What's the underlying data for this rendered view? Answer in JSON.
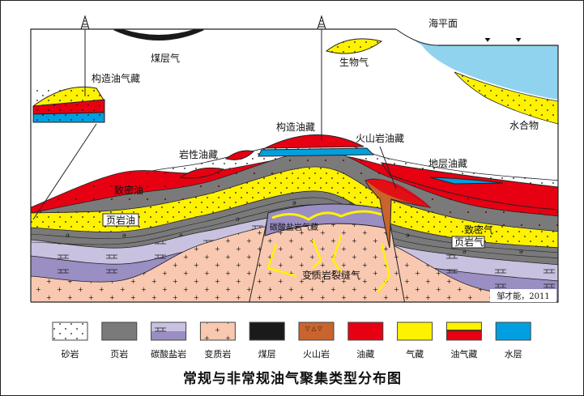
{
  "title": "常规与非常规油气聚集类型分布图",
  "credit": "邹才能，2011",
  "labels": {
    "sea_level": "海平面",
    "coalbed_gas": "煤层气",
    "biogenic_gas": "生物气",
    "structural_oil_left": "构造油气藏",
    "structural_oil": "构造油藏",
    "volcanic_oil": "火山岩油藏",
    "lithologic_oil": "岩性油藏",
    "stratigraphic_oil": "地层油藏",
    "gas_hydrate": "水合物",
    "tight_oil": "致密油",
    "shale_oil": "页岩油",
    "tight_gas": "致密气",
    "shale_gas": "页岩气",
    "carbonate_gas": "碳酸盐岩气藏",
    "metamorphic_fracture_gas": "变质岩裂缝气"
  },
  "legend": [
    {
      "label": "砂岩",
      "color": "#ffffff",
      "pattern": "dots"
    },
    {
      "label": "页岩",
      "color": "#7a7a7a",
      "pattern": "none"
    },
    {
      "label": "碳酸盐岩",
      "color": "#9a8ec2",
      "pattern": "brick"
    },
    {
      "label": "变质岩",
      "color": "#f9c8b0",
      "pattern": "plus"
    },
    {
      "label": "煤层",
      "color": "#1a1a1a",
      "pattern": "none"
    },
    {
      "label": "火山岩",
      "color": "#c8642c",
      "pattern": "volcanic"
    },
    {
      "label": "油藏",
      "color": "#e60012",
      "pattern": "none"
    },
    {
      "label": "气藏",
      "color": "#fff200",
      "pattern": "none"
    },
    {
      "label": "油气藏",
      "color": "#e60012",
      "pattern": "split"
    },
    {
      "label": "水层",
      "color": "#00a0e0",
      "pattern": "none"
    }
  ],
  "colors": {
    "sea": "#8fd3ee",
    "shale": "#7a7a7a",
    "gas": "#fff200",
    "oil": "#e60012",
    "water": "#00a0e0",
    "carbonate_light": "#c9c1e0",
    "carbonate_dark": "#9a8ec2",
    "metamorphic": "#f9c8b0",
    "volcanic": "#c8642c",
    "coal": "#1a1a1a"
  }
}
